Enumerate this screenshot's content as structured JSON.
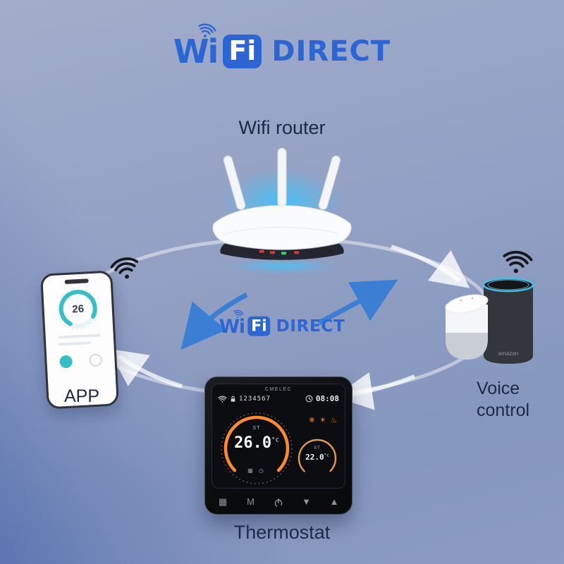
{
  "colors": {
    "brand_blue": "#2b66d4",
    "navy": "#1e2947",
    "orange": "#ff8a2a",
    "glow_blue": "#3ec6ff"
  },
  "logo": {
    "wi": "Wi",
    "fi": "Fi",
    "direct": "DIRECT"
  },
  "labels": {
    "router": "Wifi router",
    "app": "APP",
    "voice_line1": "Voice",
    "voice_line2": "control",
    "thermostat": "Thermostat"
  },
  "app_screen": {
    "temp": "26"
  },
  "echo": {
    "brand": "amazon"
  },
  "thermostat": {
    "brand": "CMELEC",
    "digits": "1234567",
    "time": "08:08",
    "mode_icons": "❄ ☀ ♨",
    "set_label": "ST",
    "main_temp": "26.0",
    "main_unit": "°c",
    "sub_set_label": "ST",
    "sub_temp": "22.0",
    "sub_unit": "°c",
    "dial_icons": "▦ ◷",
    "btn_schedule": "▦",
    "btn_manual": "M",
    "btn_down": "▼",
    "btn_up": "▲"
  }
}
